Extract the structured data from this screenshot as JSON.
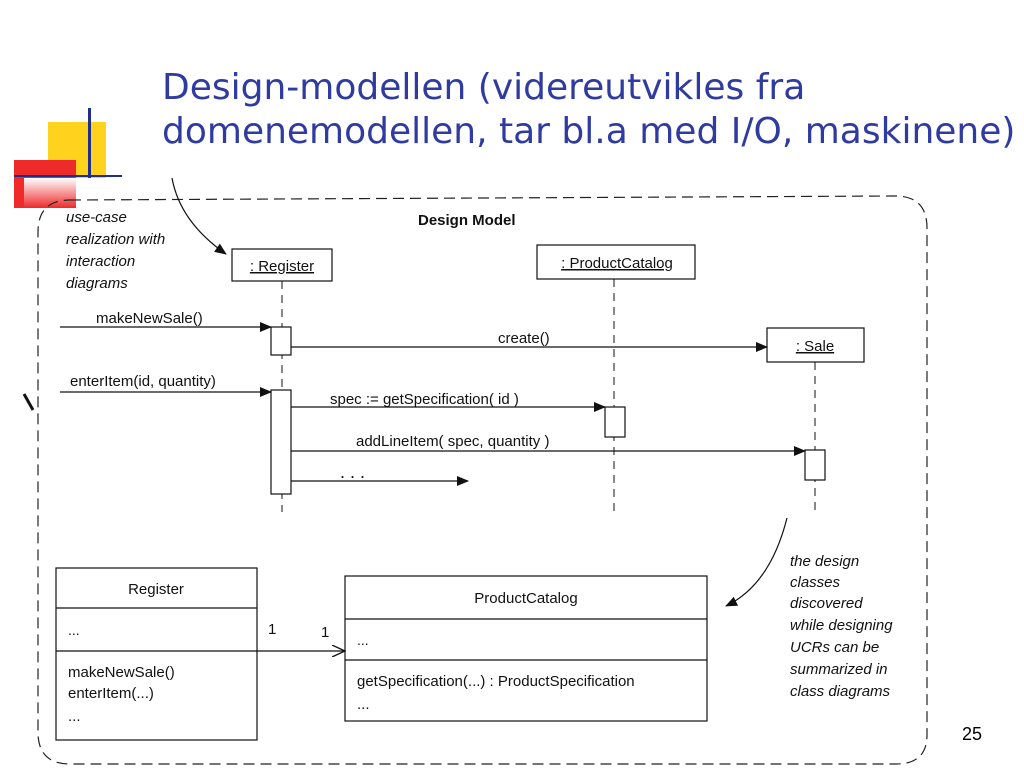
{
  "slide": {
    "title_line1": "Design-modellen (videreutvikles fra",
    "title_line2": "domenemodellen, tar bl.a med I/O, maskinene)",
    "page_number": "25"
  },
  "diagram": {
    "heading": "Design Model",
    "note_top": [
      "use-case",
      "realization with",
      "interaction",
      "diagrams"
    ],
    "note_bottom": [
      "the design",
      "classes",
      "discovered",
      "while designing",
      "UCRs can be",
      "summarized in",
      "class diagrams"
    ],
    "lifelines": {
      "register": ": Register",
      "product_catalog": ": ProductCatalog",
      "sale": ": Sale"
    },
    "messages": {
      "make_new_sale": "makeNewSale()",
      "create": "create()",
      "enter_item": "enterItem(id, quantity)",
      "spec": "spec := getSpecification( id )",
      "add_line_item": "addLineItem( spec, quantity )",
      "ellipsis": ". . ."
    },
    "class_register": {
      "name": "Register",
      "attributes": "...",
      "operations": [
        "makeNewSale()",
        "enterItem(...)",
        "..."
      ]
    },
    "class_product_catalog": {
      "name": "ProductCatalog",
      "attributes": "...",
      "operations": [
        "getSpecification(...) : ProductSpecification",
        "..."
      ]
    },
    "association": {
      "source_multiplicity": "1",
      "target_multiplicity": "1"
    }
  }
}
